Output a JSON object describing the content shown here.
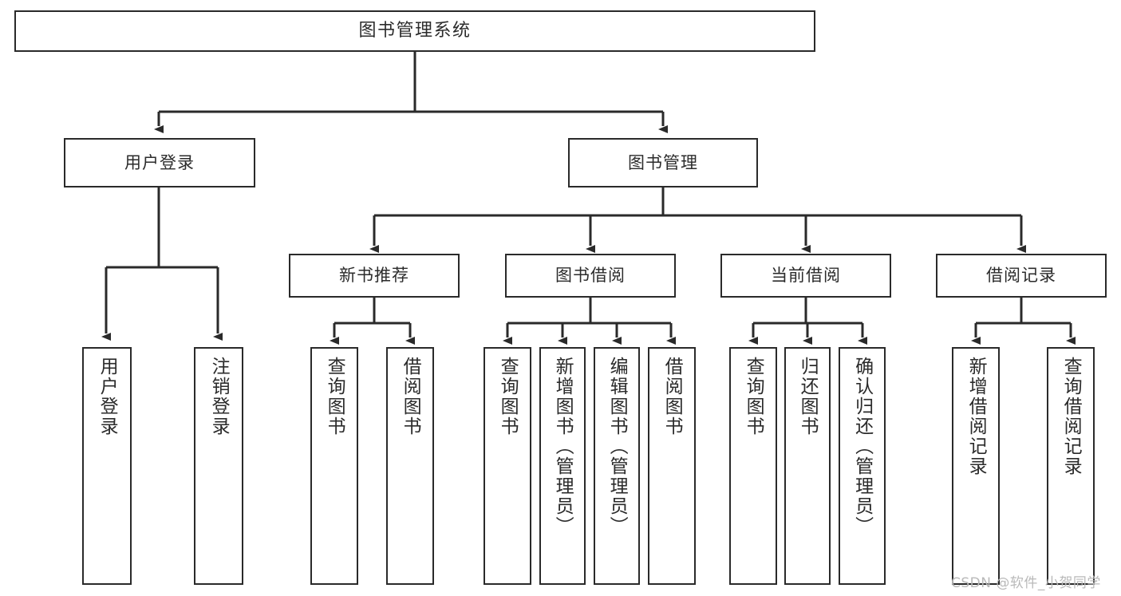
{
  "diagram": {
    "title": "图书管理系统",
    "type": "hierarchy-tree",
    "stroke_color": "#2a2a2a",
    "text_color": "#2b2b2b",
    "background": "#ffffff",
    "watermark": "CSDN @软件_小贺同学",
    "watermark_color": "#b9b9b9"
  },
  "nodes": {
    "root": {
      "label": "图书管理系统",
      "level": 0
    },
    "level1": [
      {
        "id": "user-login",
        "label": "用户登录"
      },
      {
        "id": "book-management",
        "label": "图书管理"
      }
    ],
    "level2": [
      {
        "id": "new-book-recommend",
        "label": "新书推荐",
        "parent": "book-management"
      },
      {
        "id": "book-borrow",
        "label": "图书借阅",
        "parent": "book-management"
      },
      {
        "id": "current-borrow",
        "label": "当前借阅",
        "parent": "book-management"
      },
      {
        "id": "borrow-record",
        "label": "借阅记录",
        "parent": "book-management"
      }
    ],
    "leaves": [
      {
        "id": "leaf-user-login",
        "label": "用户登录",
        "parent": "user-login"
      },
      {
        "id": "leaf-logout",
        "label": "注销登录",
        "parent": "user-login"
      },
      {
        "id": "leaf-query-book-1",
        "label": "查询图书",
        "parent": "new-book-recommend"
      },
      {
        "id": "leaf-borrow-book-1",
        "label": "借阅图书",
        "parent": "new-book-recommend"
      },
      {
        "id": "leaf-query-book-2",
        "label": "查询图书",
        "parent": "book-borrow"
      },
      {
        "id": "leaf-add-book",
        "label": "新增图书（管理员）",
        "parent": "book-borrow"
      },
      {
        "id": "leaf-edit-book",
        "label": "编辑图书（管理员）",
        "parent": "book-borrow"
      },
      {
        "id": "leaf-borrow-book-2",
        "label": "借阅图书",
        "parent": "book-borrow"
      },
      {
        "id": "leaf-query-book-3",
        "label": "查询图书",
        "parent": "current-borrow"
      },
      {
        "id": "leaf-return-book",
        "label": "归还图书",
        "parent": "current-borrow"
      },
      {
        "id": "leaf-confirm-return",
        "label": "确认归还（管理员）",
        "parent": "current-borrow"
      },
      {
        "id": "leaf-add-record",
        "label": "新增借阅记录",
        "parent": "borrow-record"
      },
      {
        "id": "leaf-query-record",
        "label": "查询借阅记录",
        "parent": "borrow-record"
      }
    ]
  }
}
